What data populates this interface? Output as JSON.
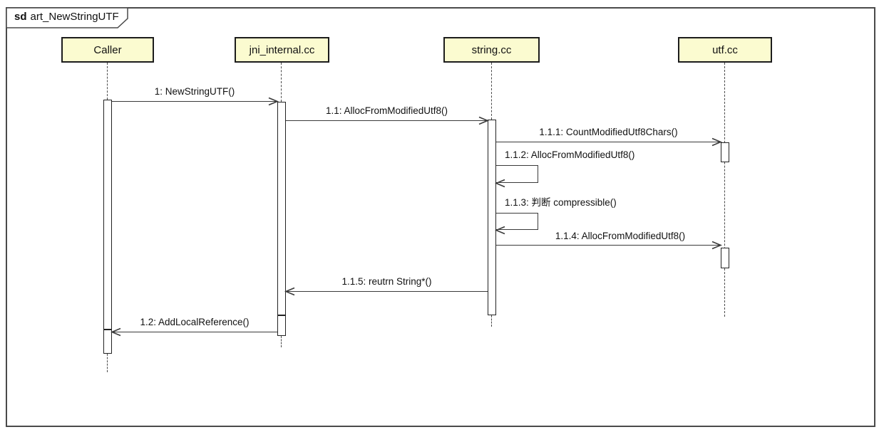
{
  "diagram_type": "uml-sequence-diagram",
  "frame": {
    "keyword": "sd",
    "title": "art_NewStringUTF"
  },
  "colors": {
    "background": "#ffffff",
    "lifeline_fill": "#fbfbd0",
    "lifeline_border": "#1c1c1c",
    "message_line": "#3a3a3a",
    "frame_border": "#4a4a4a"
  },
  "lifelines": [
    {
      "label": "Caller"
    },
    {
      "label": "jni_internal.cc"
    },
    {
      "label": "string.cc"
    },
    {
      "label": "utf.cc"
    }
  ],
  "messages": [
    {
      "label": "1: NewStringUTF()",
      "from": "Caller",
      "to": "jni_internal.cc",
      "type": "call"
    },
    {
      "label": "1.1: AllocFromModifiedUtf8()",
      "from": "jni_internal.cc",
      "to": "string.cc",
      "type": "call"
    },
    {
      "label": "1.1.1: CountModifiedUtf8Chars()",
      "from": "string.cc",
      "to": "utf.cc",
      "type": "call"
    },
    {
      "label": "1.1.2: AllocFromModifiedUtf8()",
      "from": "string.cc",
      "to": "string.cc",
      "type": "self-call"
    },
    {
      "label": "1.1.3: 判断 compressible()",
      "from": "string.cc",
      "to": "string.cc",
      "type": "self-call"
    },
    {
      "label": "1.1.4: AllocFromModifiedUtf8()",
      "from": "string.cc",
      "to": "utf.cc",
      "type": "call"
    },
    {
      "label": "1.1.5: reutrn String*()",
      "from": "string.cc",
      "to": "jni_internal.cc",
      "type": "return"
    },
    {
      "label": "1.2: AddLocalReference()",
      "from": "jni_internal.cc",
      "to": "Caller",
      "type": "return"
    }
  ]
}
